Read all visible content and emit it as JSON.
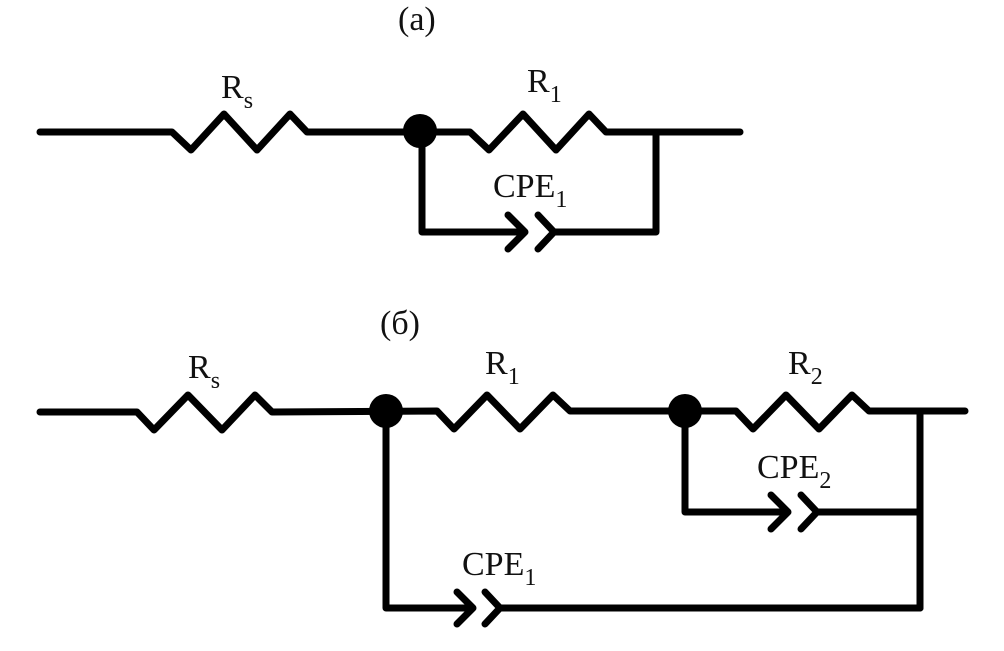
{
  "diagram": {
    "type": "equivalent-circuit",
    "circuits": [
      {
        "id": "a",
        "title": "(а)",
        "components": [
          {
            "name": "Rs",
            "symbol": "R",
            "subscript": "s",
            "kind": "resistor"
          },
          {
            "name": "R1",
            "symbol": "R",
            "subscript": "1",
            "kind": "resistor"
          },
          {
            "name": "CPE1",
            "symbol": "CPE",
            "subscript": "1",
            "kind": "constant-phase-element"
          }
        ],
        "topology": "Rs in series with (R1 parallel CPE1)"
      },
      {
        "id": "b",
        "title": "(б)",
        "components": [
          {
            "name": "Rs",
            "symbol": "R",
            "subscript": "s",
            "kind": "resistor"
          },
          {
            "name": "R1",
            "symbol": "R",
            "subscript": "1",
            "kind": "resistor"
          },
          {
            "name": "R2",
            "symbol": "R",
            "subscript": "2",
            "kind": "resistor"
          },
          {
            "name": "CPE2",
            "symbol": "CPE",
            "subscript": "2",
            "kind": "constant-phase-element"
          },
          {
            "name": "CPE1",
            "symbol": "CPE",
            "subscript": "1",
            "kind": "constant-phase-element"
          }
        ],
        "topology": "Rs in series with (CPE1 parallel (R1 in series with (R2 parallel CPE2)))"
      }
    ]
  }
}
